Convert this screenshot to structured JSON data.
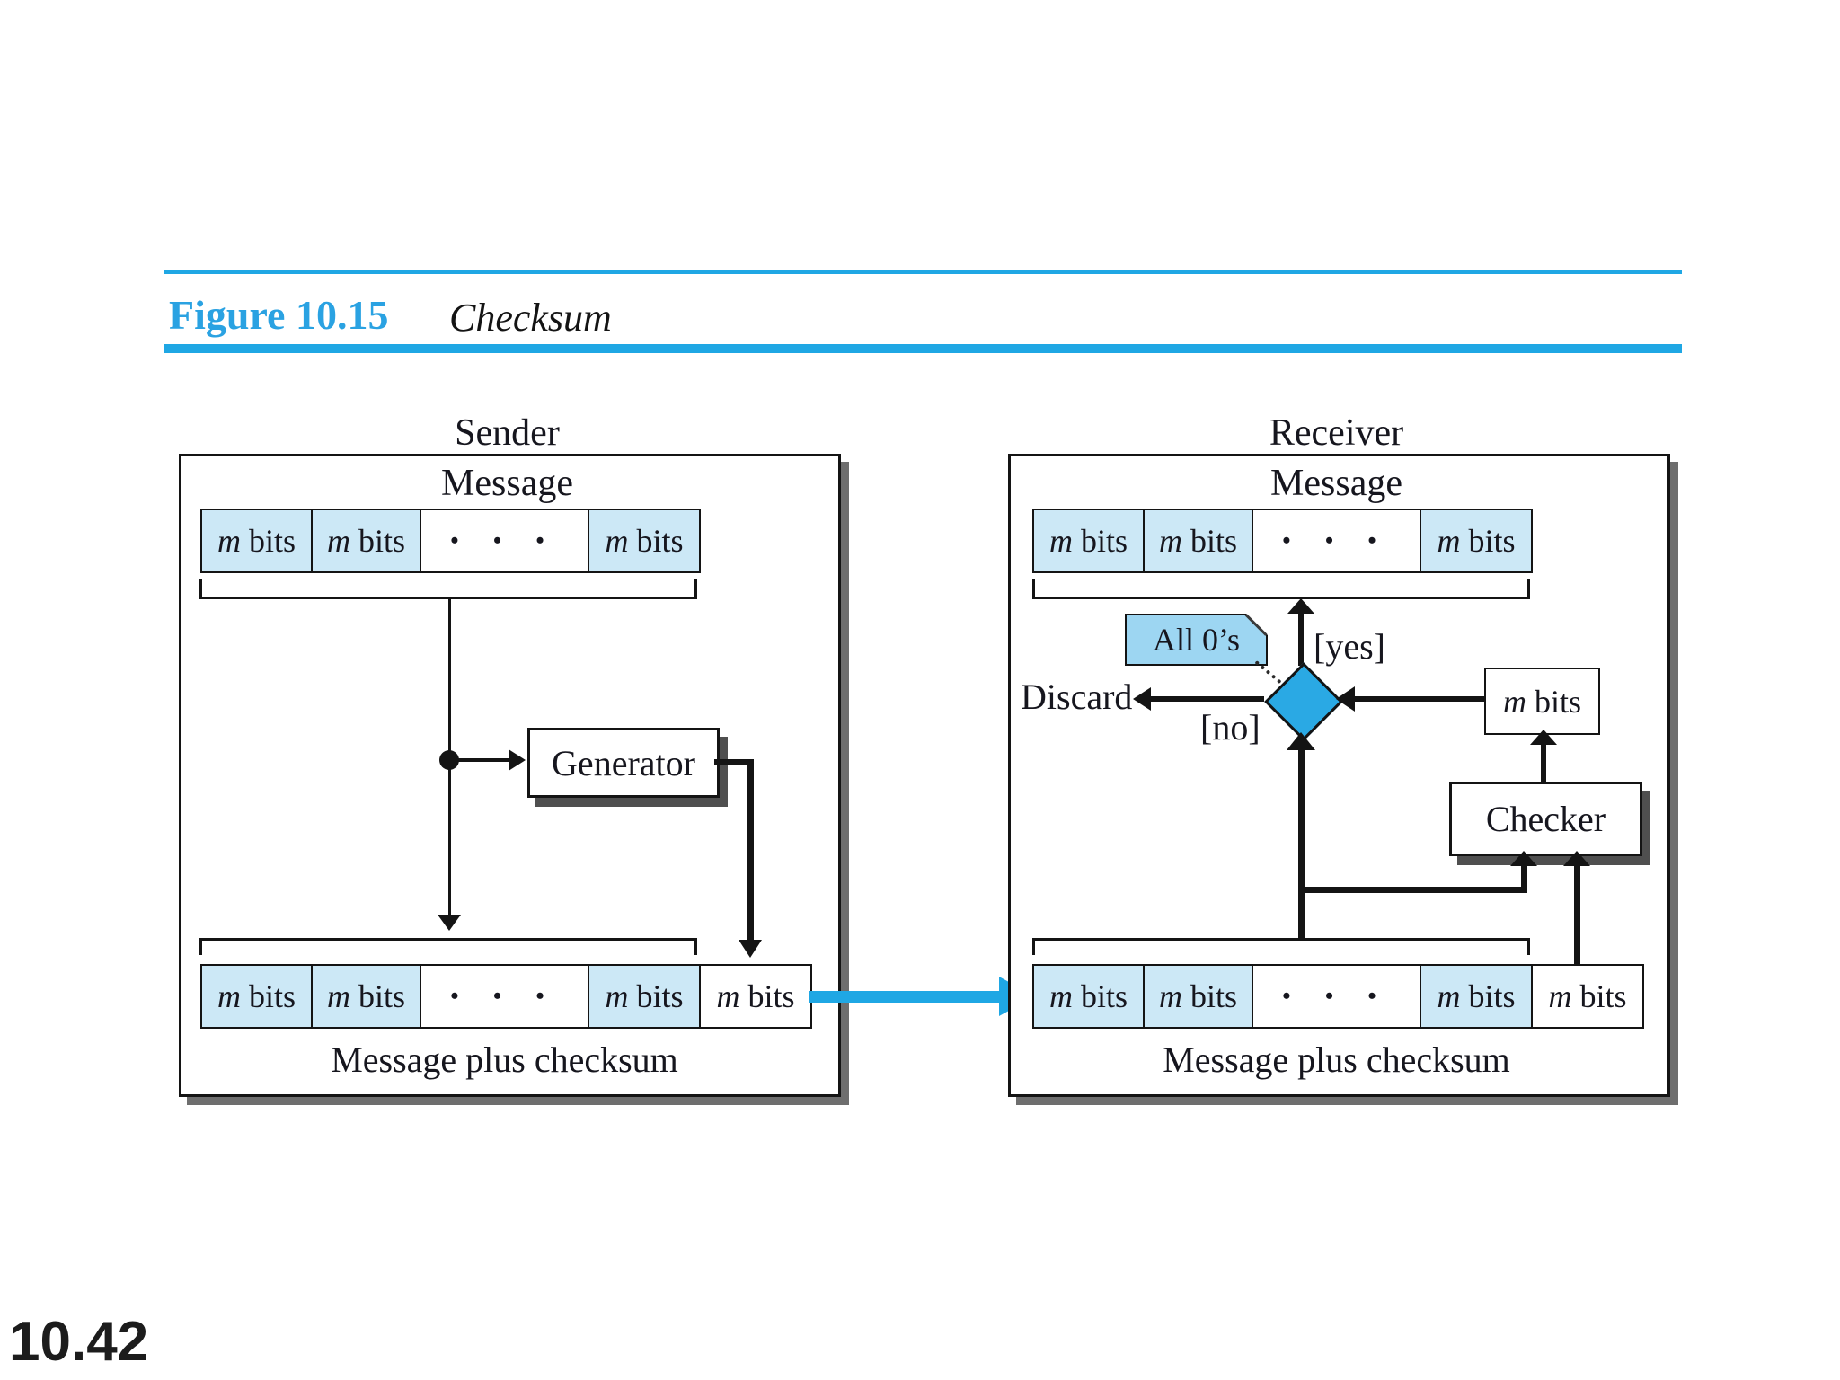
{
  "figure": {
    "label": "Figure 10.15",
    "title": "Checksum"
  },
  "page_number": "10.42",
  "labels": {
    "m": "m",
    "bits": "bits",
    "dots": "• • •"
  },
  "sender": {
    "title": "Sender",
    "message_label": "Message",
    "generator_label": "Generator",
    "footer_label": "Message plus checksum"
  },
  "receiver": {
    "title": "Receiver",
    "message_label": "Message",
    "checker_label": "Checker",
    "footer_label": "Message plus checksum",
    "note_label": "All 0’s",
    "yes_label": "[yes]",
    "no_label": "[no]",
    "discard_label": "Discard"
  },
  "colors": {
    "accent_blue": "#1fa7e4",
    "figure_label_blue": "#2aa2e2",
    "cell_blue": "#cce8f6",
    "diamond_blue": "#2aa9e4",
    "note_blue": "#9dd6f2",
    "shadow_gray": "#6e6e6e"
  }
}
